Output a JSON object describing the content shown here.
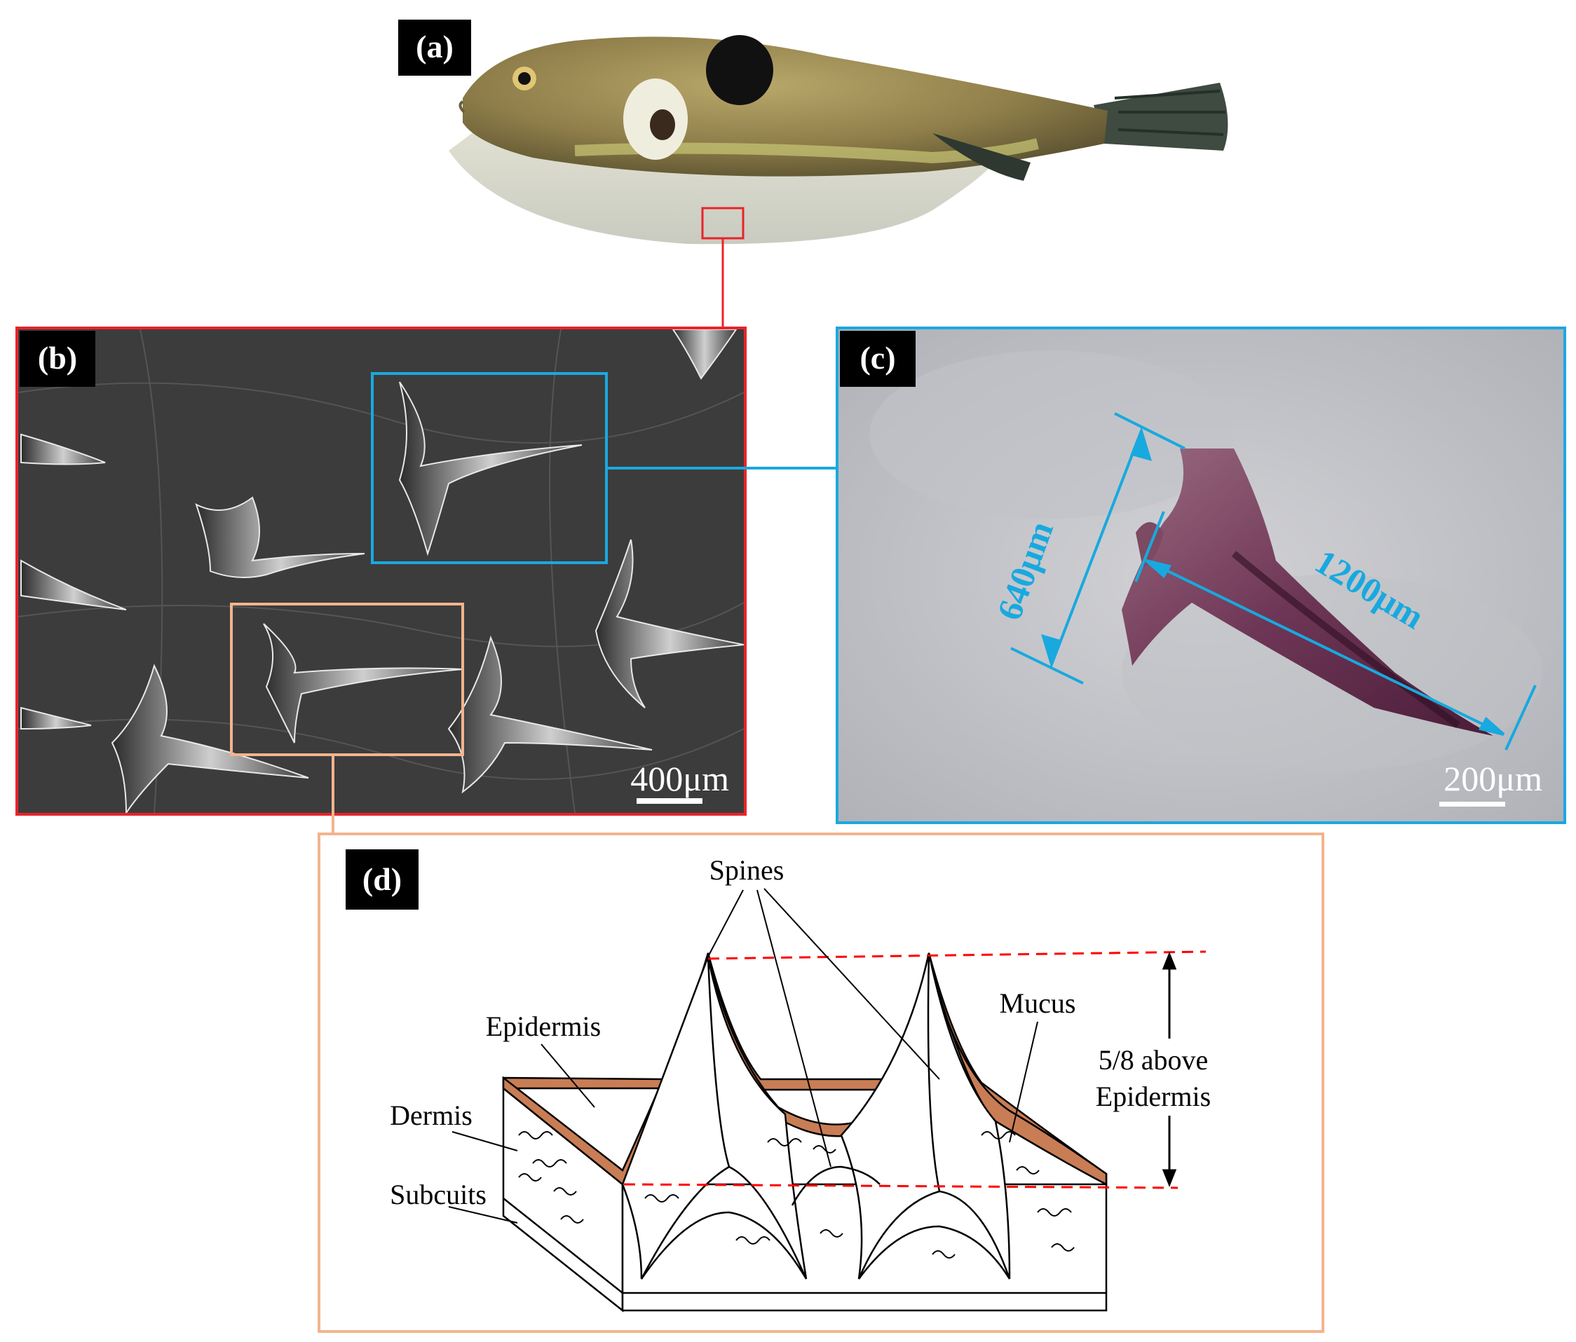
{
  "panels": {
    "a": {
      "tag": "(a)"
    },
    "b": {
      "tag": "(b)",
      "scale_bar": "400μm"
    },
    "c": {
      "tag": "(c)",
      "scale_bar": "200μm",
      "height_label": "640μm",
      "length_label": "1200μm"
    },
    "d": {
      "tag": "(d)",
      "labels": {
        "spines": "Spines",
        "epidermis": "Epidermis",
        "dermis": "Dermis",
        "subcutis": "Subcuits",
        "mucus": "Mucus",
        "above_line1": "5/8 above",
        "above_line2": "Epidermis"
      }
    }
  },
  "colors": {
    "panel_b_border": "#e8242a",
    "panel_c_border": "#1ba8e0",
    "panel_d_border": "#f2b48e",
    "epidermis_fill": "#c97d55",
    "measure": "#18a9df",
    "dashed_line": "#ff0000"
  }
}
